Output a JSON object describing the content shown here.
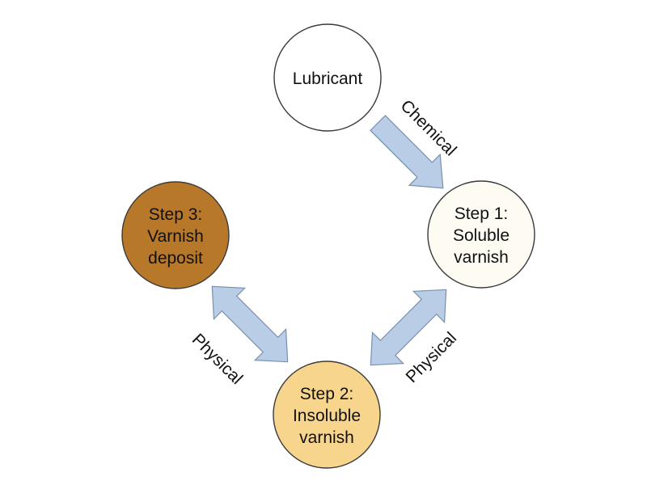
{
  "nodes": {
    "lubricant": {
      "lines": [
        "Lubricant"
      ],
      "fill": "#ffffff"
    },
    "step1": {
      "lines": [
        "Step 1:",
        "Soluble",
        "varnish"
      ],
      "fill": "#fefbf2"
    },
    "step2": {
      "lines": [
        "Step 2:",
        "Insoluble",
        "varnish"
      ],
      "fill": "#f8d58c"
    },
    "step3": {
      "lines": [
        "Step 3:",
        "Varnish",
        "deposit"
      ],
      "fill": "#b8782a"
    }
  },
  "edges": {
    "lubricant_to_step1": {
      "label": "Chemical",
      "direction": "one-way"
    },
    "step1_step2": {
      "label": "Physical",
      "direction": "two-way"
    },
    "step2_step3": {
      "label": "Physical",
      "direction": "two-way"
    }
  },
  "colors": {
    "arrow_fill": "#b9cde6",
    "arrow_stroke": "#7a8fad",
    "node_stroke": "#3a3a3a"
  }
}
